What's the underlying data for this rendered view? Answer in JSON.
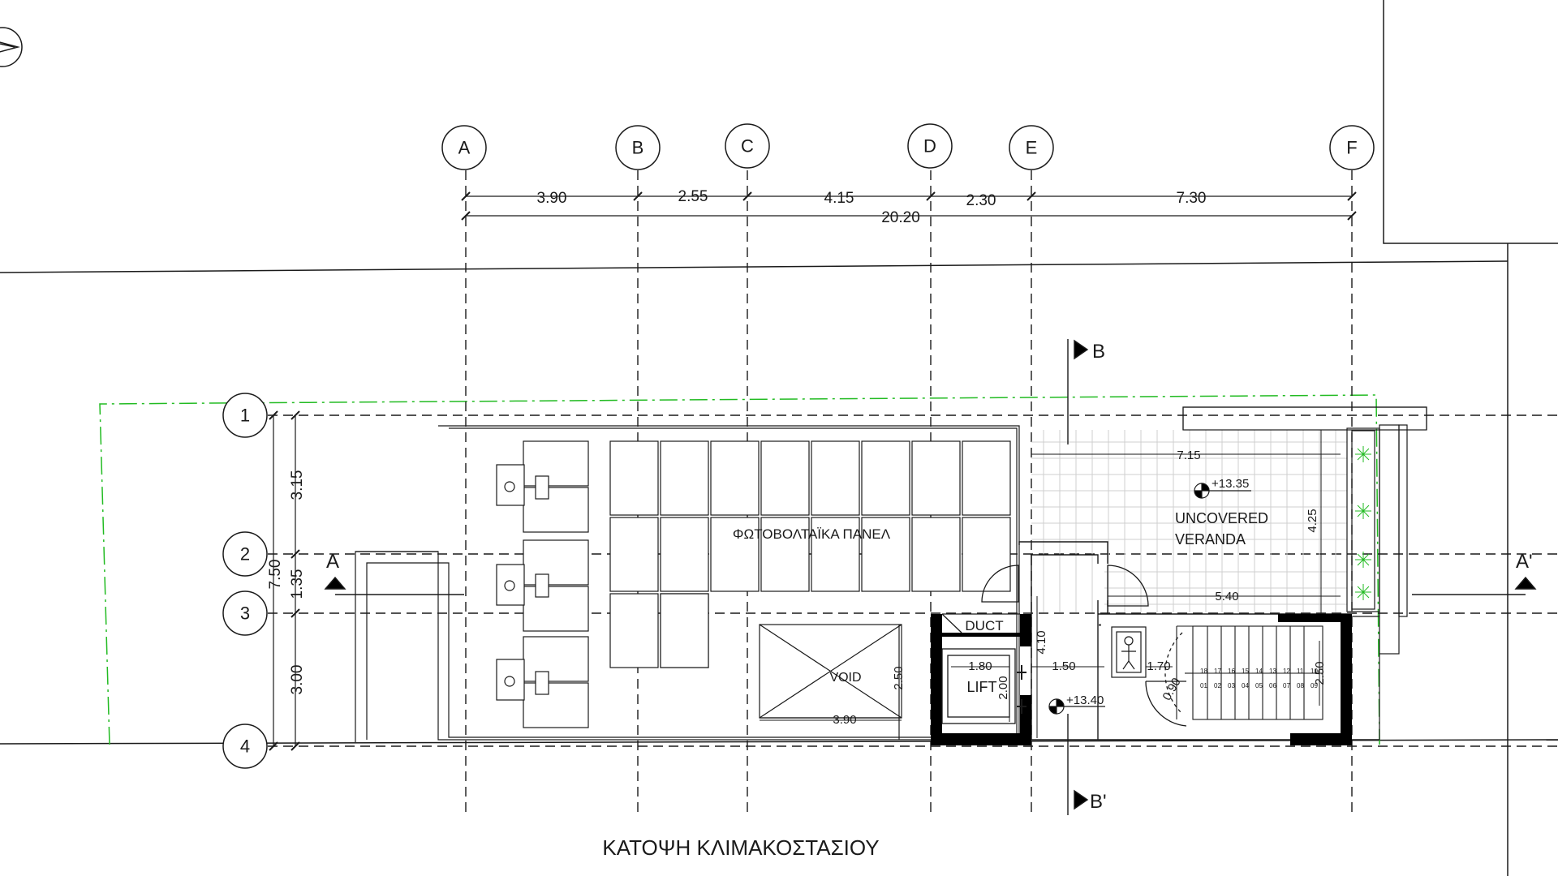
{
  "title": "ΚΑΤΟΨΗ ΚΛΙΜΑΚΟΣΤΑΣΙΟΥ",
  "grid": {
    "columns": [
      "A",
      "B",
      "C",
      "D",
      "E",
      "F"
    ],
    "rows": [
      "1",
      "2",
      "3",
      "4"
    ]
  },
  "dimensions": {
    "horizontal": [
      "3.90",
      "2.55",
      "4.15",
      "2.30",
      "7.30"
    ],
    "horizontal_total": "20.20",
    "vertical": [
      "3.15",
      "1.35",
      "3.00"
    ],
    "vertical_total": "7.50",
    "veranda_width": "7.15",
    "veranda_depth": "4.25",
    "veranda_lower": "5.40",
    "lift_width": "1.80",
    "lift_depth": "2.00",
    "void_width": "3.90",
    "void_depth": "2.50",
    "landing_depth": "4.10",
    "landing_width": "1.50",
    "wc_width": "1.70",
    "door_width": "0.90",
    "stair_depth": "2.50"
  },
  "rooms": {
    "pv_panels": "ΦΩΤΟΒΟΛΤΑΪΚΑ ΠΑΝΕΛ",
    "veranda_line1": "UNCOVERED",
    "veranda_line2": "VERANDA",
    "void": "VOID",
    "lift": "LIFT",
    "duct": "DUCT"
  },
  "levels": {
    "veranda": "+13.35",
    "landing": "+13.40"
  },
  "sections": {
    "a_left": "A",
    "a_right": "A'",
    "b_top": "B",
    "b_bottom": "B'"
  },
  "stairs": {
    "upper_steps": [
      "18",
      "17",
      "16",
      "15",
      "14",
      "13",
      "12",
      "11",
      "10"
    ],
    "lower_steps": [
      "01",
      "02",
      "03",
      "04",
      "05",
      "06",
      "07",
      "08",
      "09"
    ]
  },
  "colors": {
    "line": "#1a1a1a",
    "plot_boundary": "#22bb22",
    "wall_fill": "#000000",
    "tile_grid": "#cfcfcf"
  }
}
